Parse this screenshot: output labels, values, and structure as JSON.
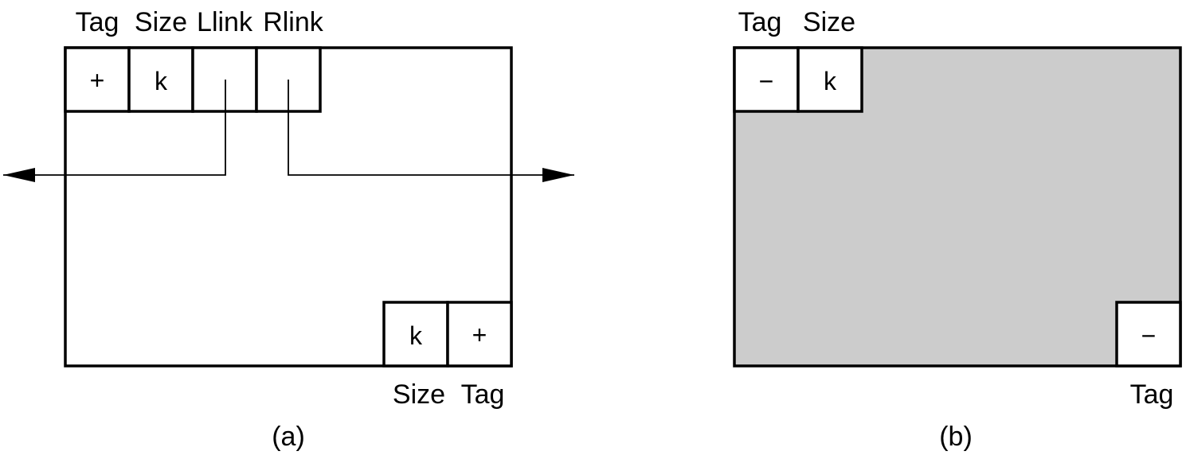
{
  "panel_a": {
    "header_labels": [
      "Tag",
      "Size",
      "Llink",
      "Rlink"
    ],
    "header_cells": [
      "+",
      "k",
      "",
      ""
    ],
    "footer_cells": [
      "k",
      "+"
    ],
    "footer_labels": [
      "Size",
      "Tag"
    ],
    "caption": "(a)"
  },
  "panel_b": {
    "header_labels": [
      "Tag",
      "Size"
    ],
    "header_cells": [
      "−",
      "k"
    ],
    "footer_cells": [
      "−"
    ],
    "footer_labels": [
      "Tag"
    ],
    "caption": "(b)",
    "fill_color": "#cccccc"
  }
}
